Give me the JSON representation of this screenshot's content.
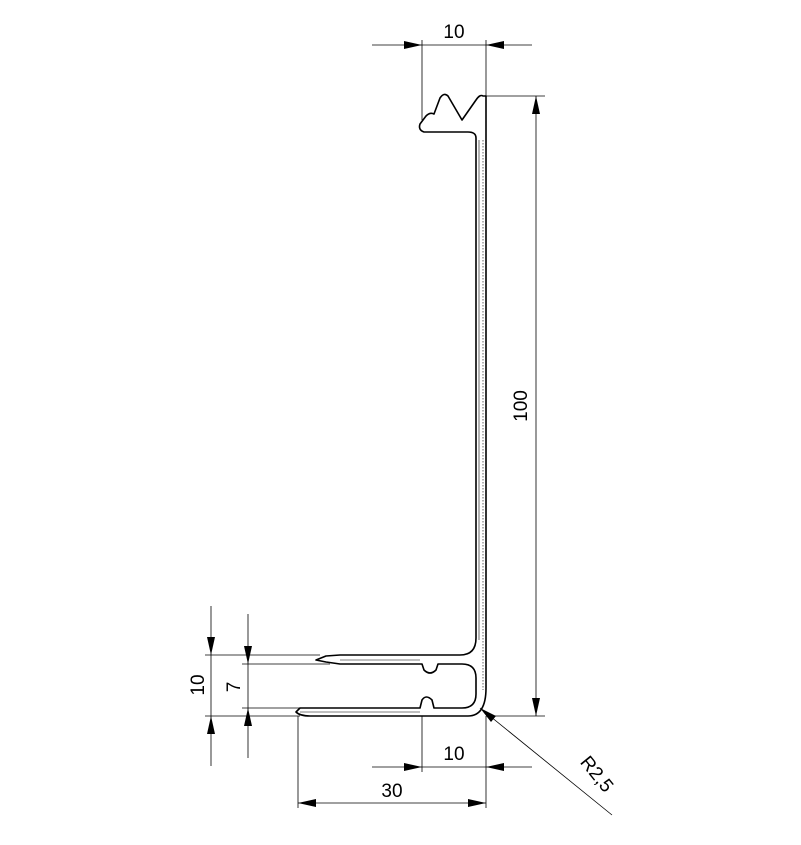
{
  "dimensions": {
    "top_flange_width": "10",
    "overall_height": "100",
    "base_height_outer": "10",
    "base_height_inner": "7",
    "base_lip_width": "10",
    "base_length": "30",
    "corner_radius": "R2,5"
  }
}
